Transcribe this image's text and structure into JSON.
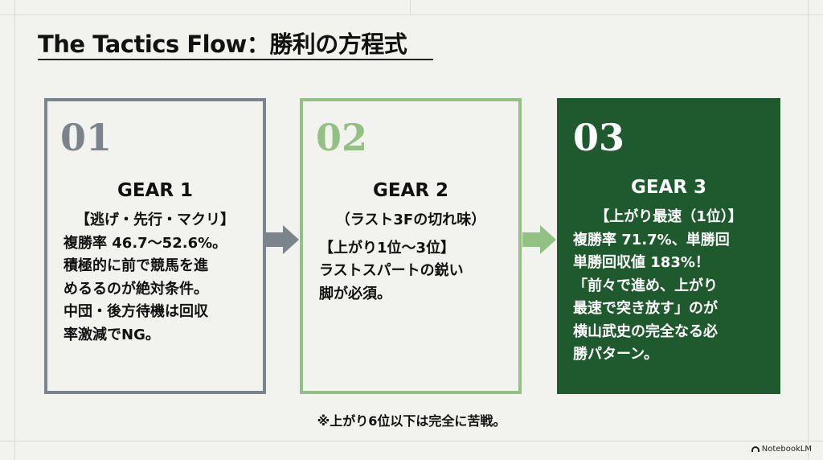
{
  "title": "The Tactics Flow：勝利の方程式",
  "steps": [
    {
      "number": "01",
      "gear": "GEAR 1",
      "sub": "【逃げ・先行・マクリ】",
      "lines": [
        "複勝率 46.7〜52.6%。",
        "積極的に前で競馬を進",
        "めるるのが絶対条件。",
        "中団・後方待機は回収",
        "率激減でNG。"
      ]
    },
    {
      "number": "02",
      "gear": "GEAR 2",
      "sub": "（ラスト3Fの切れ味）",
      "lines": [
        "【上がり1位〜3位】",
        "ラストスパートの鋭い",
        "脚が必須。"
      ]
    },
    {
      "number": "03",
      "gear": "GEAR 3",
      "sub": "【上がり最速（1位）】",
      "lines": [
        "複勝率 71.7%、単勝回",
        "単勝回収値 183%！",
        "「前々で進め、上がり",
        "最速で突き放す」のが",
        "横山武史の完全なる必",
        "勝パターン。"
      ]
    }
  ],
  "note": "※上がり6位以下は完全に苦戦。",
  "brand": "NotebookLM",
  "colors": {
    "gear1": "#7b848c",
    "gear2": "#93c083",
    "gear3": "#1e5a2d"
  }
}
